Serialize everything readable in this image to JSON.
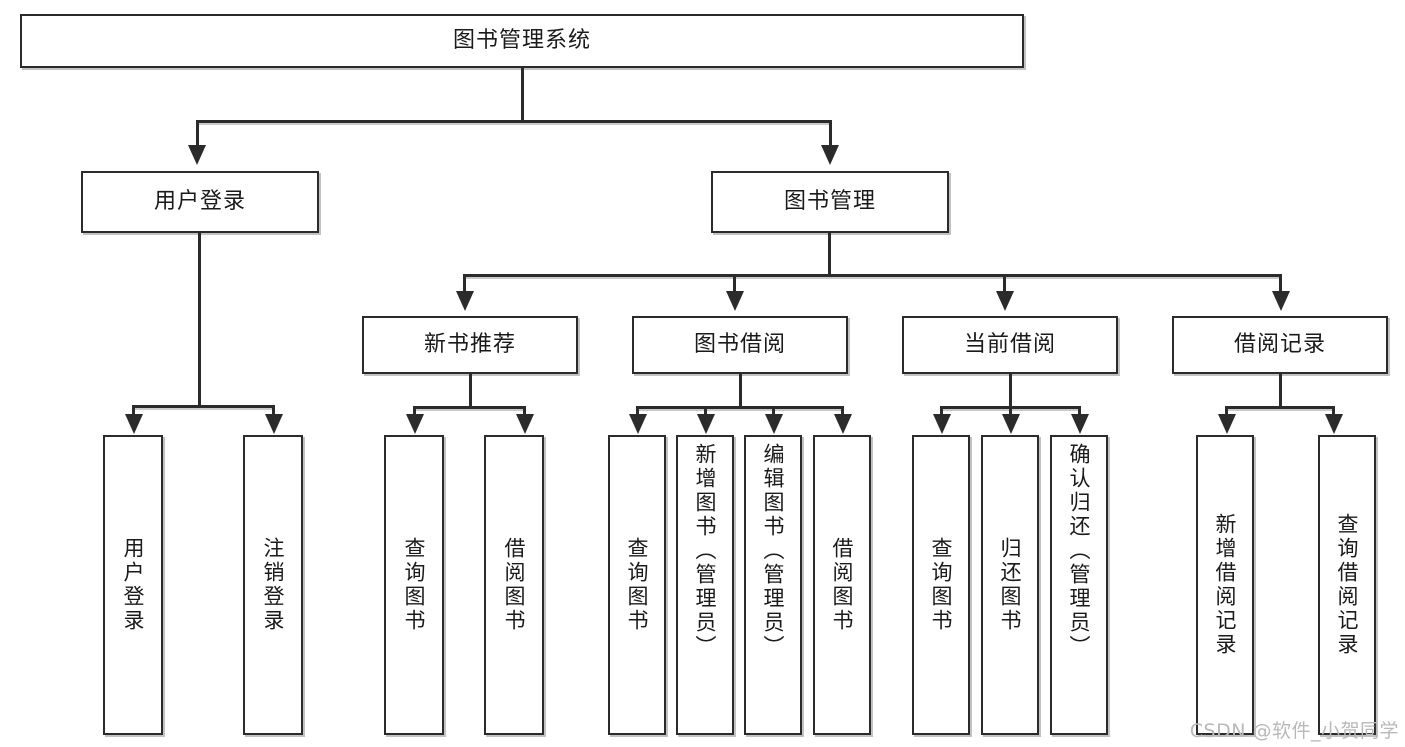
{
  "diagram": {
    "type": "tree",
    "title": "图书管理系统",
    "orientation": "top-down",
    "colors": {
      "box_border": "#2b2b2b",
      "box_fill": "#ffffff",
      "connector": "#2b2b2b",
      "background": "#ffffff",
      "watermark": "#b9b9b9"
    },
    "root": {
      "label": "图书管理系统"
    },
    "level2": [
      {
        "label": "用户登录"
      },
      {
        "label": "图书管理"
      }
    ],
    "level3": [
      {
        "label": "新书推荐"
      },
      {
        "label": "图书借阅"
      },
      {
        "label": "当前借阅"
      },
      {
        "label": "借阅记录"
      }
    ],
    "leaves": {
      "user_login": [
        {
          "label": "用户登录"
        },
        {
          "label": "注销登录"
        }
      ],
      "new_book_recommend": [
        {
          "label": "查询图书"
        },
        {
          "label": "借阅图书"
        }
      ],
      "book_borrow": [
        {
          "label": "查询图书"
        },
        {
          "label": "新增图书（管理员）"
        },
        {
          "label": "编辑图书（管理员）"
        },
        {
          "label": "借阅图书"
        }
      ],
      "current_borrow": [
        {
          "label": "查询图书"
        },
        {
          "label": "归还图书"
        },
        {
          "label": "确认归还（管理员）"
        }
      ],
      "borrow_record": [
        {
          "label": "新增借阅记录"
        },
        {
          "label": "查询借阅记录"
        }
      ]
    }
  },
  "watermark": {
    "text": "CSDN @软件_小贺同学"
  }
}
